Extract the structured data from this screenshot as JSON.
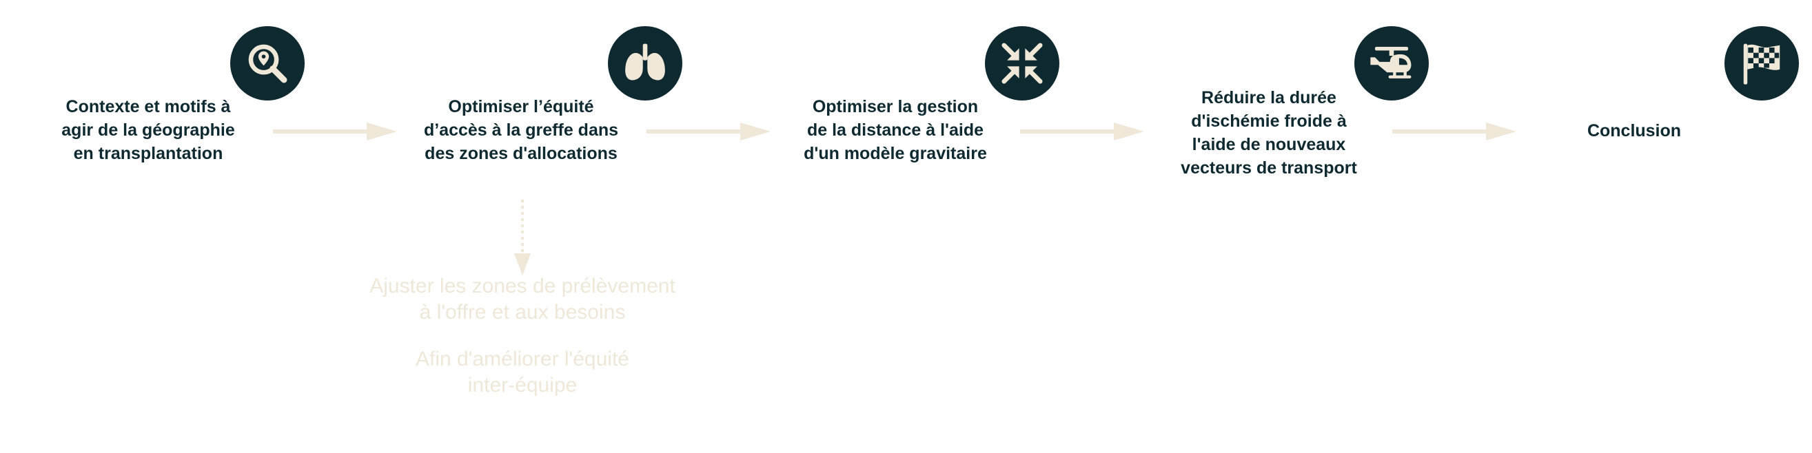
{
  "colors": {
    "circle": "#0e2a30",
    "icon": "#efe8d8",
    "arrow": "#efe8d8",
    "text": "#0e2a30",
    "faded_text": "#efe8d8"
  },
  "steps": [
    {
      "label": "Contexte et motifs à\nagir de la géographie\nen transplantation",
      "icon": "search-location-icon"
    },
    {
      "label": "Optimiser l’équité\nd’accès à la greffe dans\ndes zones d'allocations",
      "icon": "lungs-icon"
    },
    {
      "label": "Optimiser la gestion\nde la distance à l'aide\nd'un modèle gravitaire",
      "icon": "compress-arrows-icon"
    },
    {
      "label": "Réduire la durée\nd'ischémie froide à\nl'aide de nouveaux\nvecteurs de transport",
      "icon": "helicopter-icon"
    },
    {
      "label": "Conclusion",
      "icon": "checkered-flag-icon"
    }
  ],
  "sub_branch": {
    "line1": "Ajuster les zones de prélèvement\nà l'offre et aux besoins",
    "line2": "Afin d'améliorer l'équité\ninter-équipe"
  }
}
